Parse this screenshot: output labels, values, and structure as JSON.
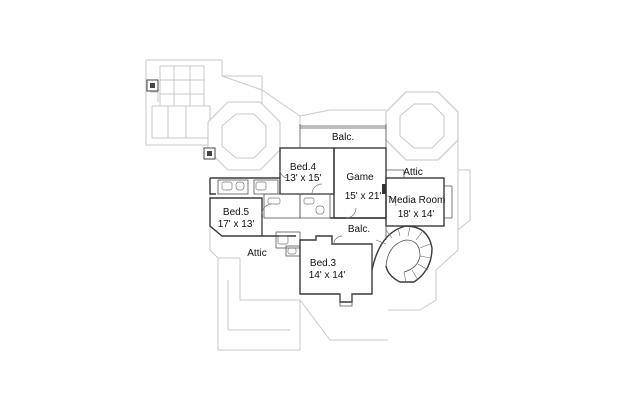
{
  "rooms": [
    {
      "key": "bed4",
      "name": "Bed.4",
      "size": "13' x 15'"
    },
    {
      "key": "game",
      "name": "Game",
      "size": "15' x 21'"
    },
    {
      "key": "media",
      "name": "Media Room",
      "size": "18' x 14'"
    },
    {
      "key": "bed5",
      "name": "Bed.5",
      "size": "17' x 13'"
    },
    {
      "key": "bed3",
      "name": "Bed.3",
      "size": "14' x 14'"
    }
  ],
  "labels": {
    "balc_top": "Balc.",
    "balc_mid": "Balc.",
    "attic_right": "Attic",
    "attic_left": "Attic"
  },
  "colors": {
    "background": "#ffffff",
    "wall": "#3a3a3a",
    "ghost_outline": "#c9c9c9"
  }
}
